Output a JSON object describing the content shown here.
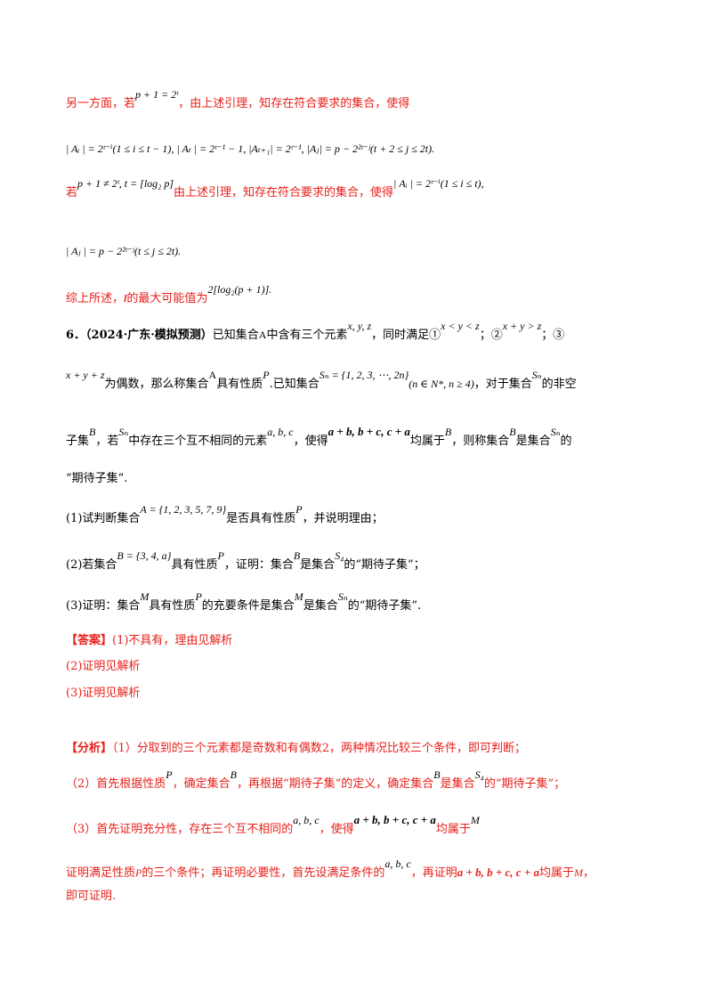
{
  "p1": {
    "pre": "另一方面，若",
    "math": "p + 1 = 2ᵗ",
    "post": "，由上述引理，知存在符合要求的集合，使得"
  },
  "p2": {
    "math": "| Aᵢ | = 2ᵗ⁻ⁱ(1 ≤ i ≤ t − 1), | Aₜ | = 2ᵗ⁻¹ − 1, |Aₜ₊₁| = 2ᵗ⁻¹, |Aⱼ| = p − 2²ᵗ⁻ʲ(t + 2 ≤ j ≤ 2t)."
  },
  "p3": {
    "pre": "若",
    "math1": "p + 1 ≠ 2ᵗ, t = [log₂ p]",
    "mid": "由上述引理，知存在符合要求的集合，使得",
    "math2": "| Aᵢ | = 2ᵗ⁻ⁱ(1 ≤ i ≤ t),"
  },
  "p4": {
    "math": "| Aⱼ | = p − 2²ᵗ⁻ʲ(t ≤ j ≤ 2t)."
  },
  "p5": {
    "pre": "综上所述，",
    "var": "l",
    "mid": "的最大可能值为",
    "math": "2[log₂(p + 1)]."
  },
  "q6": {
    "num": "6．",
    "source": "（2024·广东·模拟预测）",
    "t1": "已知集合",
    "A": "A",
    "t2": "中含有三个元素",
    "xyz": "x, y, z",
    "t3": "，同时满足①",
    "c1": "x < y < z",
    "t4": "；②",
    "c2": "x + y > z",
    "t5": "；③",
    "c3": "x + y + z",
    "t6": "为偶数，那么称集合",
    "t7": "具有性质",
    "P": "P",
    "t8": ".已知集合",
    "Sn": "Sₙ = {1, 2, 3, ⋯, 2n}",
    "cond": "(n ∈ N*, n ≥ 4)",
    "t9": "，对于集合",
    "Sn2": "Sₙ",
    "t10": "的非空",
    "t11": "子集",
    "B": "B",
    "t12": "，若",
    "t13": "中存在三个互不相同的元素",
    "abc": "a, b, c",
    "t14": "，使得",
    "sums": "a + b, b + c, c + a",
    "t15": "均属于",
    "t16": "，则称集合",
    "t17": "是集合",
    "t18": "的",
    "t19": "“期待子集”.",
    "s1a": "(1)试判断集合",
    "s1m": "A = {1, 2, 3, 5, 7, 9}",
    "s1b": "是否具有性质",
    "s1c": "，并说明理由；",
    "s2a": "(2)若集合",
    "s2m": "B = {3, 4, a}",
    "s2b": "具有性质",
    "s2c": "，证明：集合",
    "s2d": "是集合",
    "S4": "S₄",
    "s2e": "的“期待子集”；",
    "s3a": "(3)证明：集合",
    "M": "M",
    "s3b": "具有性质",
    "s3c": "的充要条件是集合",
    "s3d": "是集合",
    "s3e": "的“期待子集”."
  },
  "answer": {
    "tag": "【答案】",
    "a1": "(1)不具有，理由见解析",
    "a2": "(2)证明见解析",
    "a3": "(3)证明见解析"
  },
  "analysis": {
    "tag": "【分析】",
    "l1": "（1）分取到的三个元素都是奇数和有偶数2，两种情况比较三个条件，即可判断；",
    "l2a": "（2）首先根据性质",
    "l2b": "，确定集合",
    "l2c": "，再根据“期待子集”的定义，确定集合",
    "l2d": "是集合",
    "l2e": "的“期待子集”；",
    "l3a": "（3）首先证明充分性，存在三个互不相同的",
    "l3b": "，使得",
    "l3c": "均属于",
    "l4a": "证明满足性质",
    "l4b": "的三个条件；再证明必要性，首先设满足条件的",
    "l4c": "，再证明",
    "l4d": "均属于",
    "l4e": "，",
    "l5": "即可证明."
  }
}
